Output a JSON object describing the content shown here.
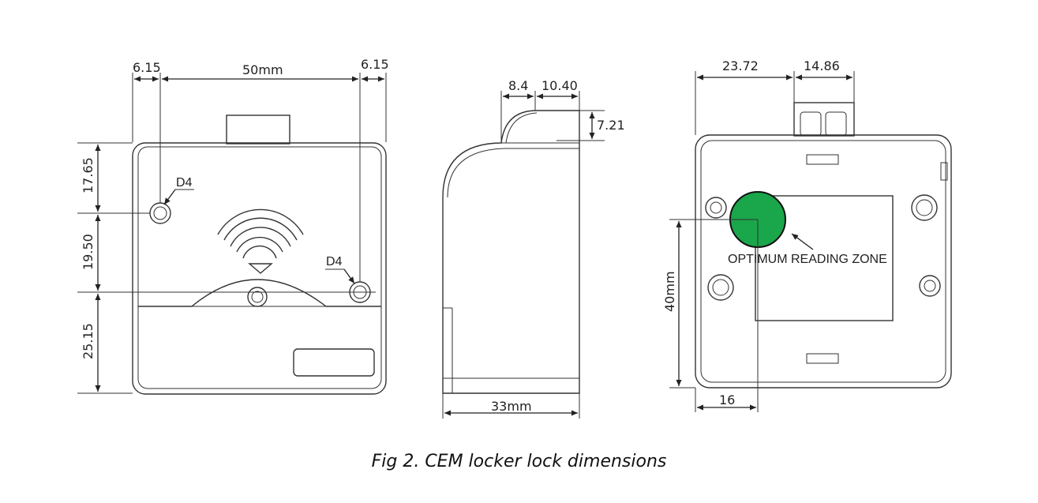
{
  "front_view": {
    "dim_left_margin": "6.15",
    "dim_width": "50mm",
    "dim_right_margin": "6.15",
    "dim_top": "17.65",
    "dim_middle": "19.50",
    "dim_bottom": "25.15",
    "hole_label_left": "D4",
    "hole_label_right": "D4"
  },
  "side_view": {
    "dim_step": "8.4",
    "dim_top_depth": "10.40",
    "dim_height": "7.21",
    "dim_depth": "33mm"
  },
  "back_view": {
    "dim_left": "23.72",
    "dim_right": "14.86",
    "dim_vertical": "40mm",
    "dim_bottom": "16",
    "zone_label": "OPTIMUM READING ZONE",
    "zone_color": "#1aa64a"
  },
  "caption": "Fig 2. CEM locker lock dimensions"
}
